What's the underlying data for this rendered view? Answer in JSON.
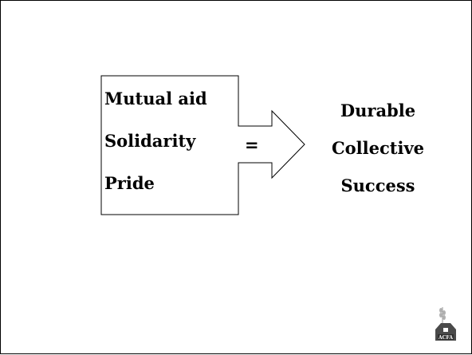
{
  "left_items": [
    "Mutual aid",
    "Solidarity",
    "Pride"
  ],
  "operator": "=",
  "right_items": [
    "Durable",
    "Collective",
    "Success"
  ],
  "logo": {
    "text": "ACFA",
    "icon": "barn-wheat-logo",
    "color": "#3a3a3a"
  }
}
